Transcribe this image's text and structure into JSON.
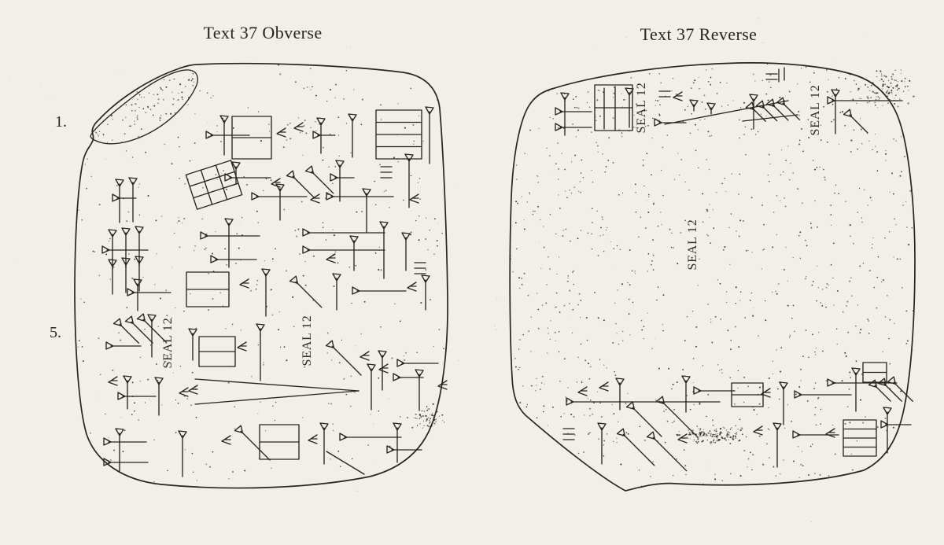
{
  "figure": {
    "obverse": {
      "title": "Text 37 Obverse",
      "line_numbers": [
        {
          "label": "1."
        },
        {
          "label": "5."
        }
      ],
      "seal_labels": [
        {
          "label": "SEAL 12"
        },
        {
          "label": "SEAL 12"
        }
      ]
    },
    "reverse": {
      "title": "Text 37 Reverse",
      "seal_labels": [
        {
          "label": "SEAL 12"
        },
        {
          "label": "SEAL 12"
        },
        {
          "label": "SEAL 12"
        }
      ]
    },
    "colors": {
      "ink": "#2b241e",
      "paper": "#f1efe9"
    }
  }
}
